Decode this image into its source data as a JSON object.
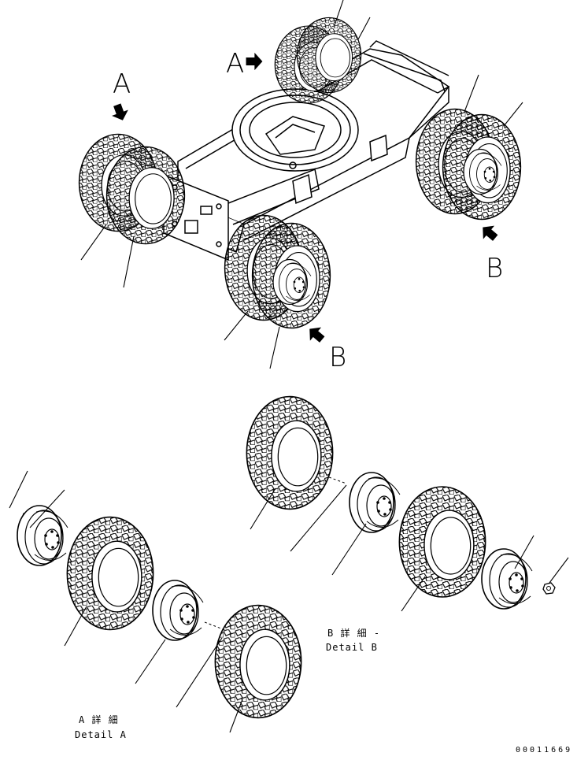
{
  "drawing": {
    "labels": {
      "view_a_top": "A",
      "view_a_left": "A",
      "view_b_right": "B",
      "view_b_bottom": "B"
    },
    "detail_b": {
      "jp": "B 詳 細  -",
      "en": "Detail B"
    },
    "detail_a": {
      "jp": "A 詳 細",
      "en": "Detail A"
    },
    "doc_number": "00011669",
    "colors": {
      "line": "#000000",
      "paper": "#ffffff"
    },
    "icons": [
      "view-arrow-icon",
      "tire-icon",
      "rim-icon",
      "nut-icon"
    ]
  }
}
